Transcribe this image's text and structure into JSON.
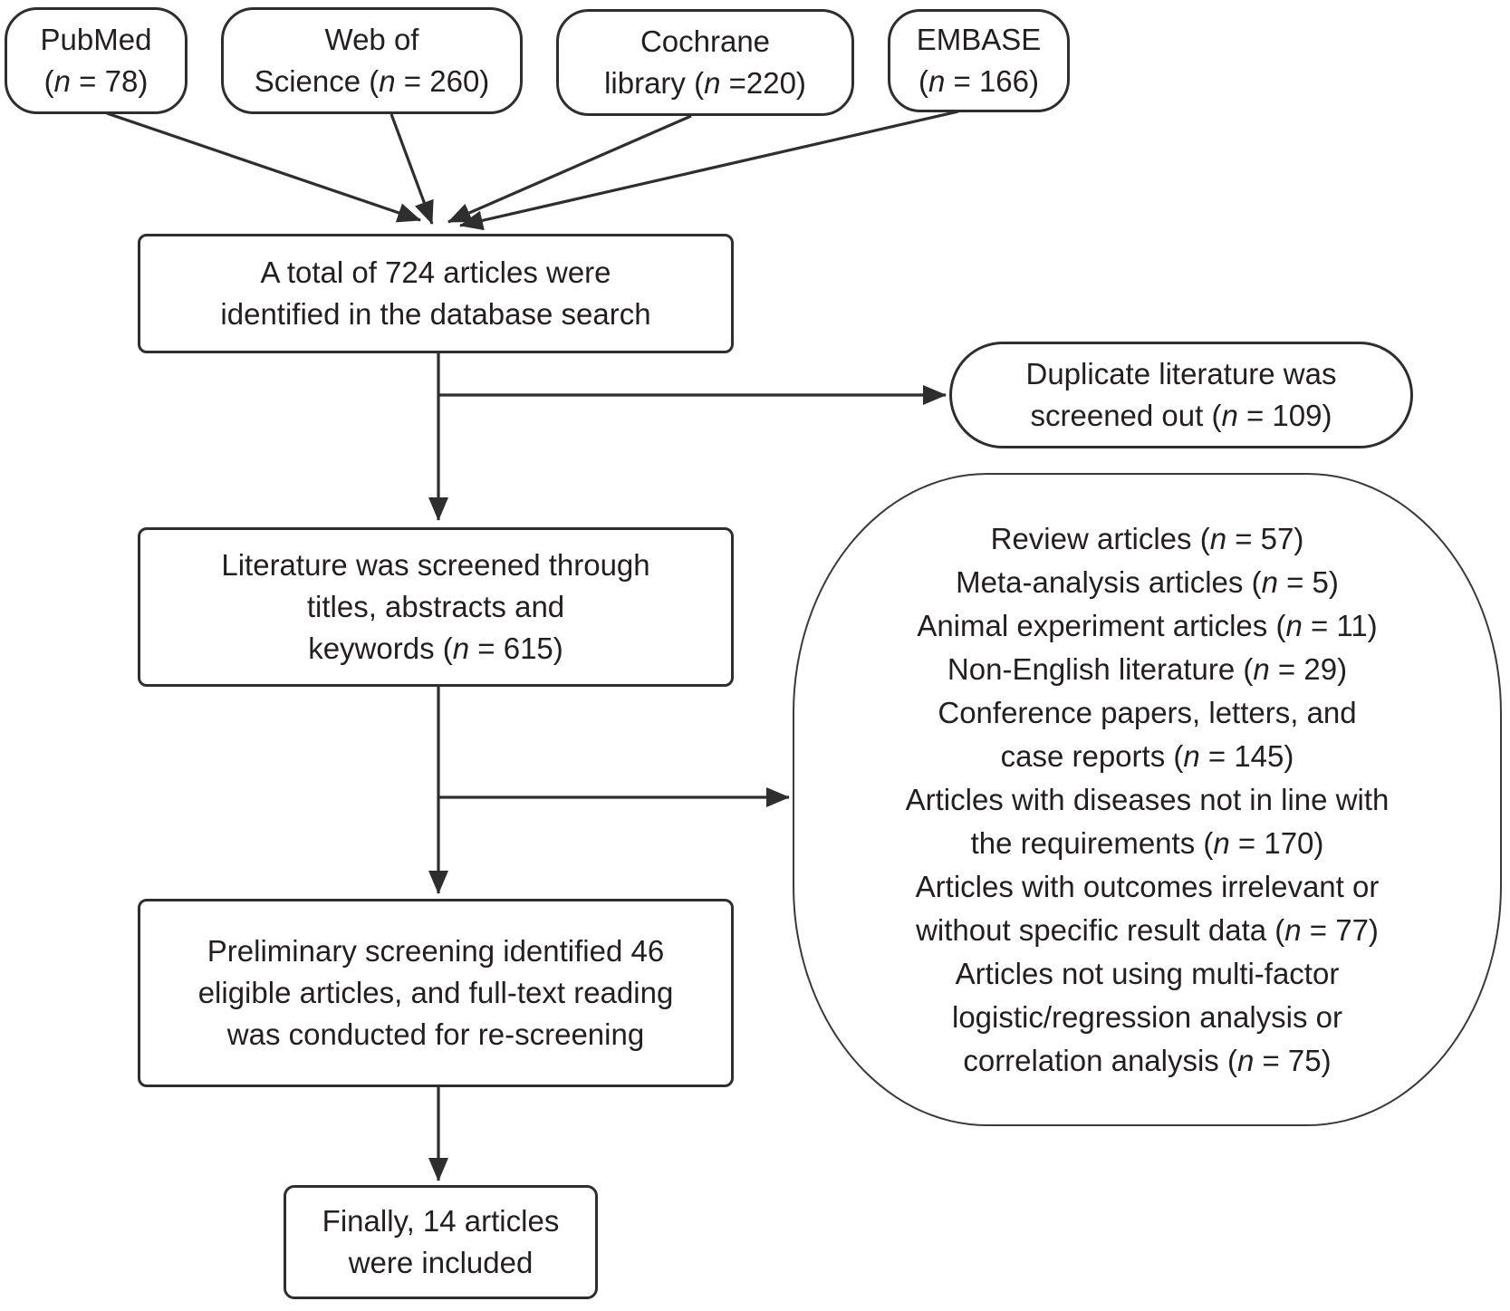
{
  "diagram": {
    "title_semantic": "Literature screening flow diagram",
    "sources": [
      {
        "id": "pubmed",
        "lines": [
          "PubMed",
          "(n = 78)"
        ]
      },
      {
        "id": "web-of-science",
        "lines": [
          "Web of",
          "Science (n = 260)"
        ]
      },
      {
        "id": "cochrane",
        "lines": [
          "Cochrane",
          "library (n =220)"
        ]
      },
      {
        "id": "embase",
        "lines": [
          "EMBASE",
          "(n = 166)"
        ]
      }
    ],
    "identified": {
      "lines": [
        "A total of 724 articles were",
        "identified in the database search"
      ]
    },
    "duplicates": {
      "lines": [
        "Duplicate literature was",
        "screened out (n = 109)"
      ]
    },
    "screened": {
      "lines": [
        "Literature was screened through",
        "titles, abstracts and",
        "keywords (n = 615)"
      ]
    },
    "excluded": {
      "lines": [
        "Review articles (n = 57)",
        "Meta-analysis articles (n = 5)",
        "Animal experiment articles (n = 11)",
        "Non-English literature (n = 29)",
        "Conference papers, letters, and",
        "case reports (n = 145)",
        "Articles with diseases not in line with",
        "the requirements (n = 170)",
        "Articles with outcomes irrelevant or",
        "without specific result data (n = 77)",
        "Articles not using multi-factor",
        "logistic/regression analysis or",
        "correlation analysis (n = 75)"
      ]
    },
    "fulltext": {
      "lines": [
        "Preliminary screening identified 46",
        "eligible articles, and full-text reading",
        "was conducted for re-screening"
      ]
    },
    "included": {
      "lines": [
        "Finally, 14 articles",
        "were included"
      ]
    }
  },
  "colors": {
    "stroke": "#2e2e2e",
    "text": "#231f20",
    "background": "#ffffff"
  }
}
